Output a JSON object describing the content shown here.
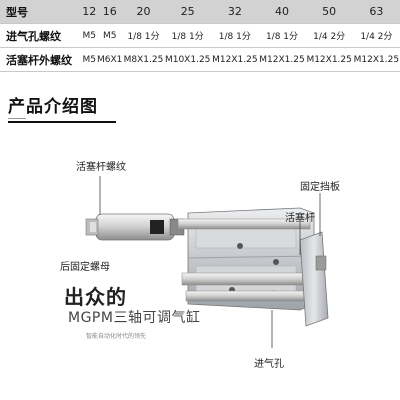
{
  "spec_table": {
    "rows": [
      {
        "label": "型号",
        "cells": [
          "12",
          "16",
          "20",
          "25",
          "32",
          "40",
          "50",
          "63"
        ]
      },
      {
        "label": "进气孔螺纹",
        "cells": [
          "M5",
          "M5",
          "1/8 1分",
          "1/8 1分",
          "1/8 1分",
          "1/8 1分",
          "1/4 2分",
          "1/4 2分"
        ]
      },
      {
        "label": "活塞杆外螺纹",
        "cells": [
          "M5",
          "M6X1",
          "M8X1.25",
          "M10X1.25",
          "M12X1.25",
          "M12X1.25",
          "M12X1.25",
          "M12X1.25"
        ]
      }
    ]
  },
  "section": {
    "title": "产品介绍图"
  },
  "callouts": {
    "piston_rod_thread": "活塞杆螺纹",
    "fixed_plate": "固定挡板",
    "piston_rod": "活塞杆",
    "rear_nut": "后固定螺母",
    "air_inlet": "进气孔"
  },
  "brand": {
    "title": "出众的",
    "model": "MGPM三轴可调气缸",
    "slogan": "智能自动化时代的领先"
  },
  "colors": {
    "table_header_bg": "#d2d2d2",
    "aluminum": "#c8cbce",
    "steel_rod": "#dcdcdc"
  }
}
